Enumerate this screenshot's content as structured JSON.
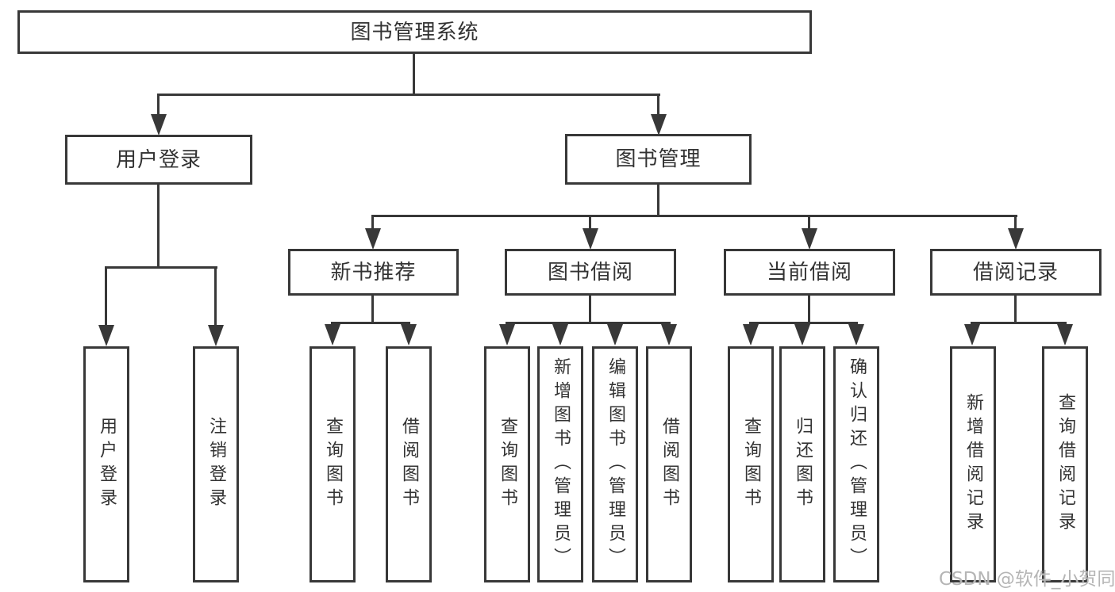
{
  "diagram": {
    "colors": {
      "line": "#383838",
      "text": "#333333",
      "background": "#ffffff",
      "watermark": "#b5b5b5"
    },
    "tree": {
      "root": {
        "label": "图书管理系统",
        "children": [
          {
            "label": "用户登录",
            "children": [
              {
                "label": "用户登录"
              },
              {
                "label": "注销登录"
              }
            ]
          },
          {
            "label": "图书管理",
            "children": [
              {
                "label": "新书推荐",
                "children": [
                  {
                    "label": "查询图书"
                  },
                  {
                    "label": "借阅图书"
                  }
                ]
              },
              {
                "label": "图书借阅",
                "children": [
                  {
                    "label": "查询图书"
                  },
                  {
                    "label": "新增图书（管理员）"
                  },
                  {
                    "label": "编辑图书（管理员）"
                  },
                  {
                    "label": "借阅图书"
                  }
                ]
              },
              {
                "label": "当前借阅",
                "children": [
                  {
                    "label": "查询图书"
                  },
                  {
                    "label": "归还图书"
                  },
                  {
                    "label": "确认归还（管理员）"
                  }
                ]
              },
              {
                "label": "借阅记录",
                "children": [
                  {
                    "label": "新增借阅记录"
                  },
                  {
                    "label": "查询借阅记录"
                  }
                ]
              }
            ]
          }
        ]
      }
    },
    "watermark": "CSDN @软件_小贺同学"
  }
}
